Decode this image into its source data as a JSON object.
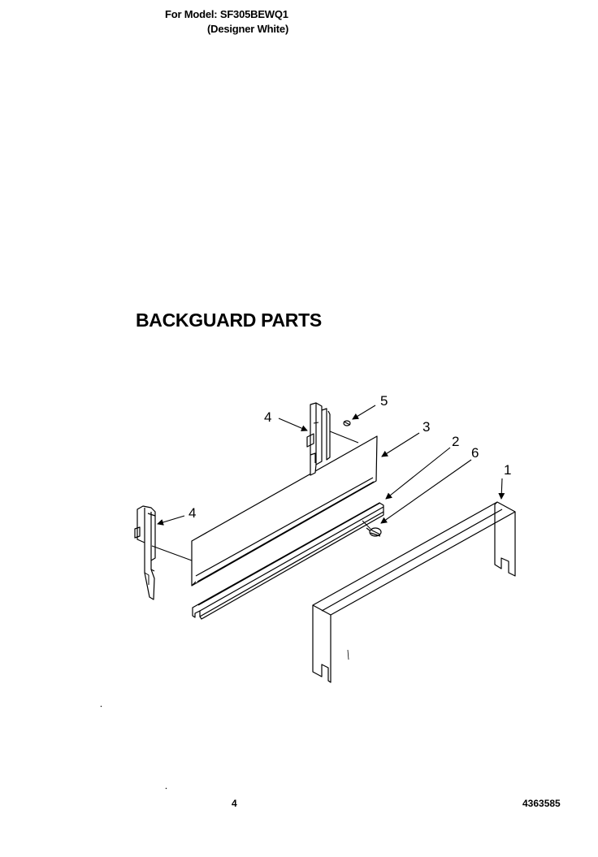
{
  "header": {
    "model_line": "For Model: SF305BEWQ1",
    "variant_line": "(Designer White)"
  },
  "title": "BACKGUARD PARTS",
  "callouts": {
    "c1": "1",
    "c2": "2",
    "c3": "3",
    "c4a": "4",
    "c4b": "4",
    "c5": "5",
    "c6": "6"
  },
  "footer": {
    "page_number": "4",
    "document_number": "4363585"
  }
}
